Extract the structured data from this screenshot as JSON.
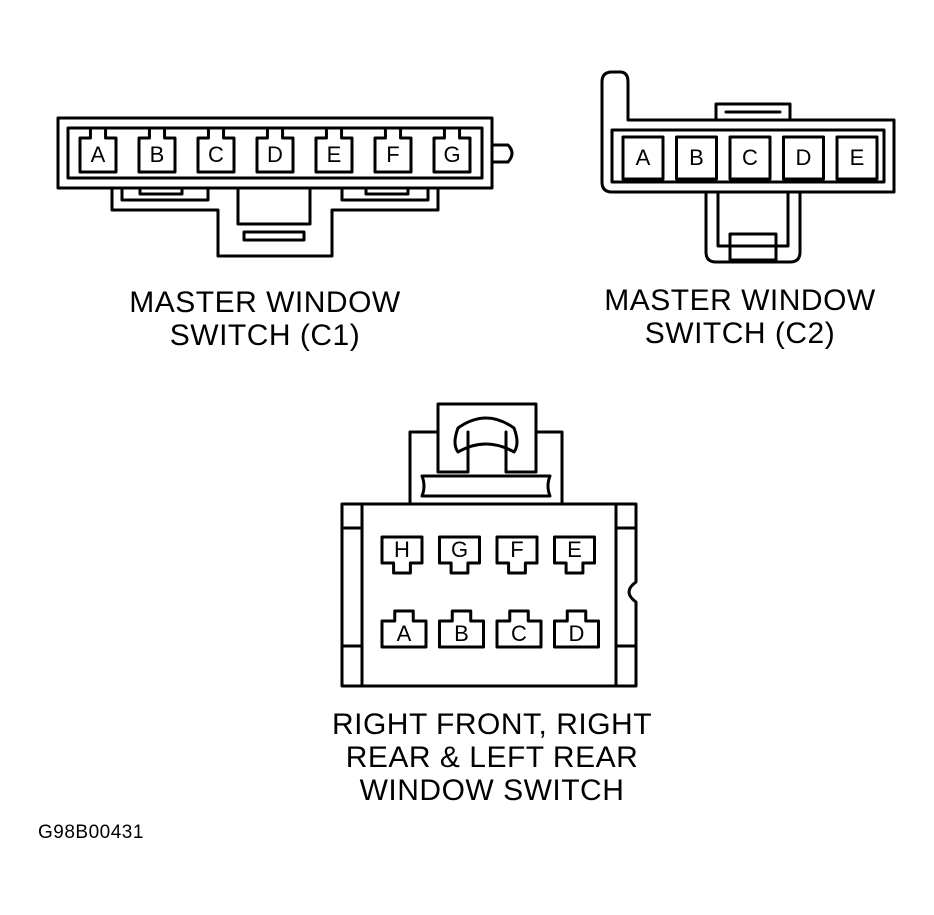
{
  "connectors": {
    "c1": {
      "caption": "MASTER WINDOW\nSWITCH (C1)",
      "pins": [
        "A",
        "B",
        "C",
        "D",
        "E",
        "F",
        "G"
      ]
    },
    "c2": {
      "caption": "MASTER WINDOW\nSWITCH (C2)",
      "pins": [
        "A",
        "B",
        "C",
        "D",
        "E"
      ]
    },
    "rear": {
      "caption": "RIGHT FRONT, RIGHT\nREAR & LEFT REAR\nWINDOW SWITCH",
      "top_pins": [
        "H",
        "G",
        "F",
        "E"
      ],
      "bottom_pins": [
        "A",
        "B",
        "C",
        "D"
      ]
    }
  },
  "figure_id": "G98B00431"
}
